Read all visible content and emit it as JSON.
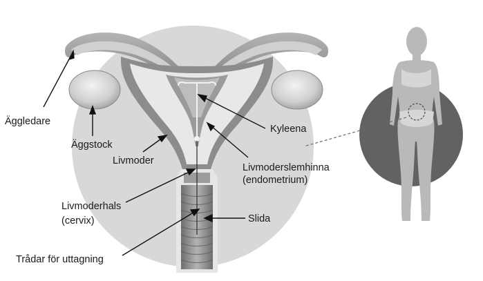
{
  "labels": {
    "fallopian_tube": "Äggledare",
    "ovary": "Äggstock",
    "uterus": "Livmoder",
    "iud": "Kyleena",
    "endometrium_line1": "Livmoderslemhinna",
    "endometrium_line2": "(endometrium)",
    "cervix_line1": "Livmoderhals",
    "cervix_line2": "(cervix)",
    "vagina": "Slida",
    "threads": "Trådar för uttagning"
  },
  "colors": {
    "background_circle": "#d8d8d8",
    "body_circle": "#626262",
    "silhouette": "#b7b7b7",
    "tissue_dark": "#8a8a8a",
    "tissue_light": "#e9e9e9",
    "ovary": "#cfcfcf",
    "label_text": "#1a1a1a"
  }
}
